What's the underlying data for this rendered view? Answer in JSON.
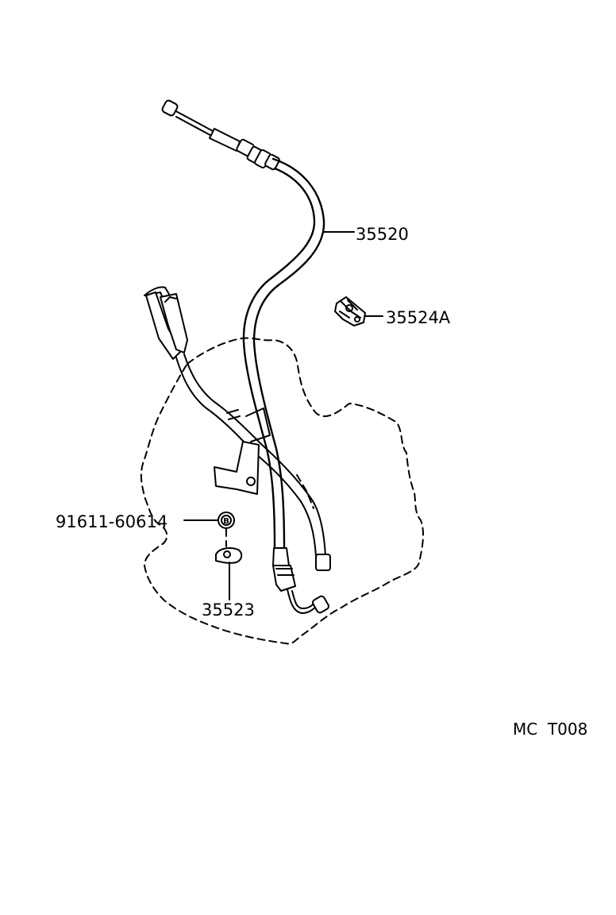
{
  "diagram": {
    "parts": [
      {
        "label": "35520"
      },
      {
        "label": "35524A"
      },
      {
        "label": "91611-60614"
      },
      {
        "label": "35523"
      }
    ],
    "bolt_symbol": "B",
    "figure_code": "MC  T008"
  }
}
